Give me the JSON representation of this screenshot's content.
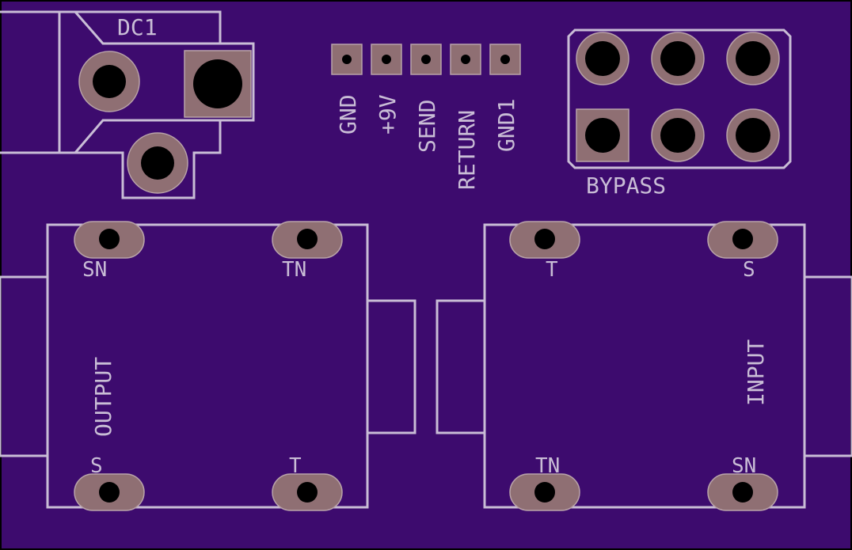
{
  "board": {
    "background": "#3d0b6e",
    "silkscreen_color": "#c9bdd6",
    "pad_color": "#8f6f73",
    "drill_color": "#000000"
  },
  "labels": {
    "dc1": "DC1",
    "bypass": "BYPASS",
    "output": "OUTPUT",
    "input": "INPUT",
    "gnd": "GND",
    "plus9v": "+9V",
    "send": "SEND",
    "return": "RETURN",
    "gnd1": "GND1",
    "out_sn": "SN",
    "out_tn": "TN",
    "out_s": "S",
    "out_t": "T",
    "in_t": "T",
    "in_s": "S",
    "in_tn": "TN",
    "in_sn": "SN"
  }
}
